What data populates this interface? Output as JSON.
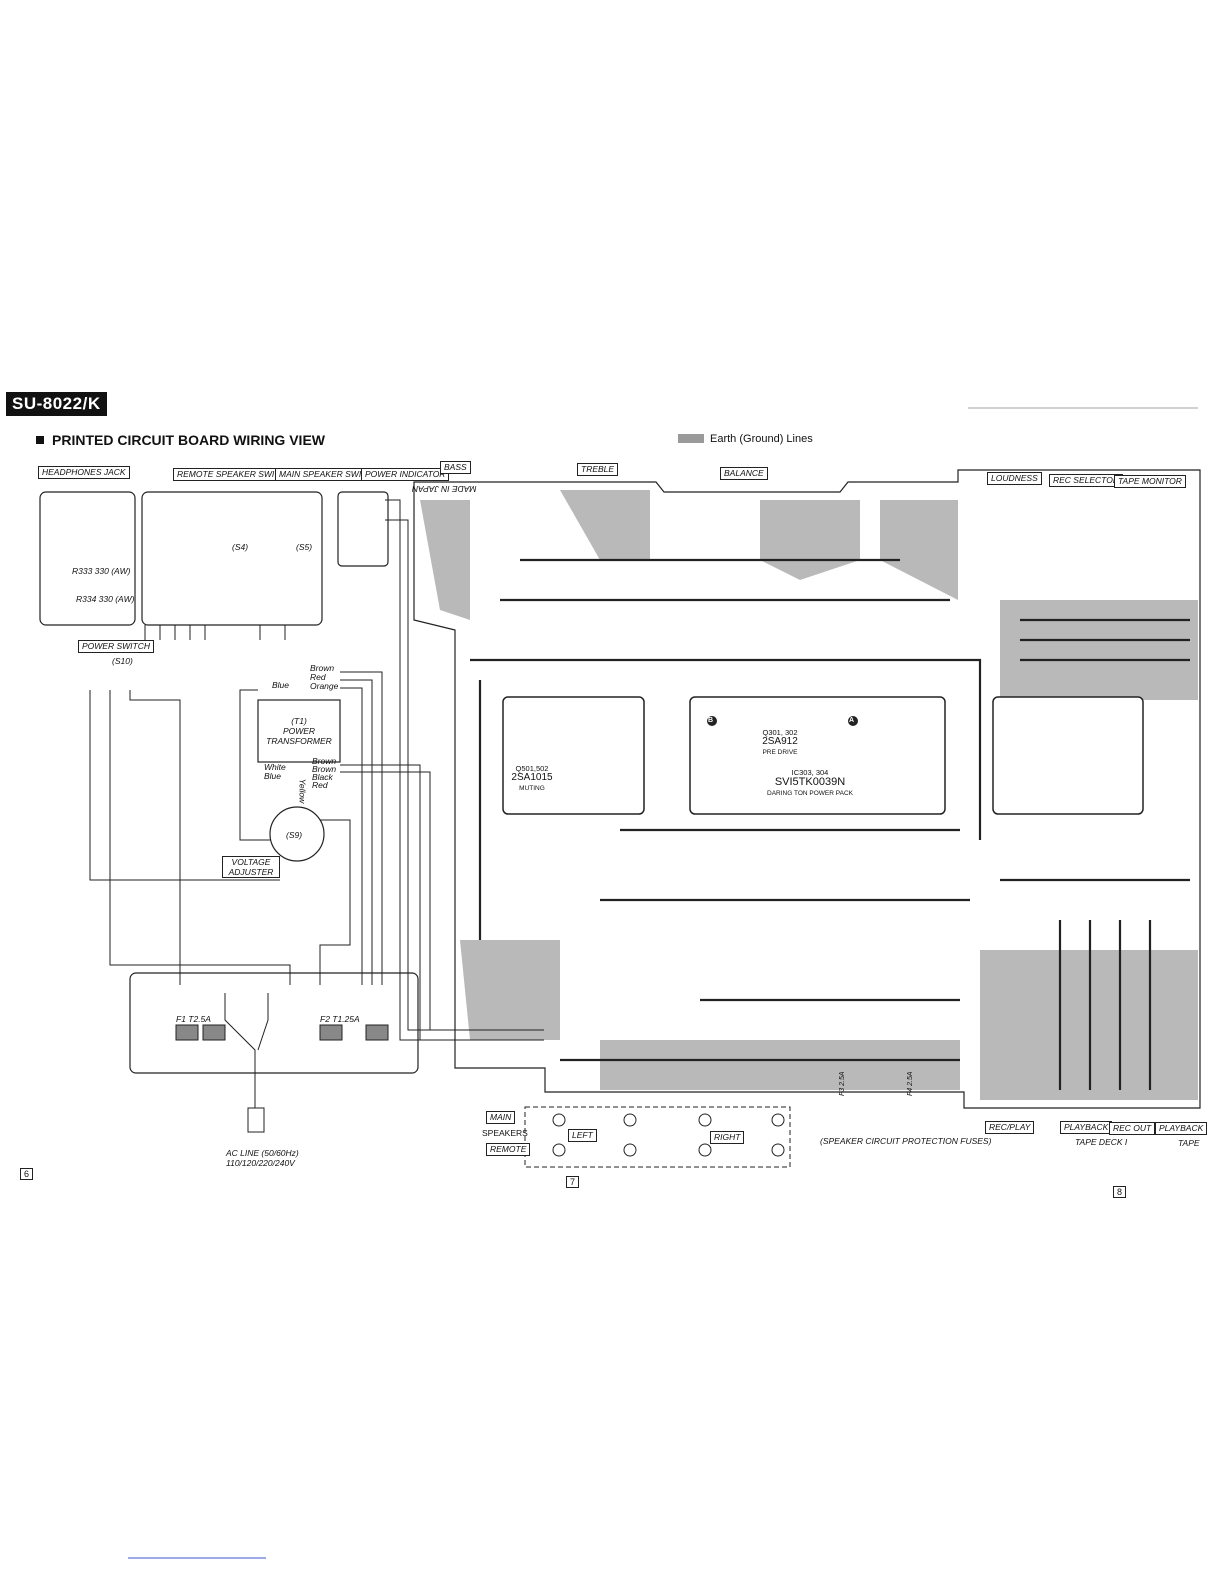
{
  "header": {
    "model": "SU-8022/K",
    "title": "PRINTED CIRCUIT BOARD WIRING VIEW",
    "legend": "Earth (Ground) Lines"
  },
  "labels": {
    "headphones_jack": "HEADPHONES JACK",
    "remote_speaker_switch": "REMOTE SPEAKER SWITCH",
    "main_speaker_switch": "MAIN SPEAKER SWITCH",
    "power_indicator": "POWER INDICATOR",
    "bass": "BASS",
    "treble": "TREBLE",
    "balance": "BALANCE",
    "loudness": "LOUDNESS",
    "rec_selector": "REC SELECTOR",
    "tape_monitor": "TAPE MONITOR",
    "power_switch": "POWER SWITCH",
    "power_switch_ref": "(S10)",
    "voltage_adjuster": "VOLTAGE ADJUSTER",
    "voltage_adjuster_ref": "(S9)",
    "transformer_ref": "(T1)",
    "transformer_line1": "POWER",
    "transformer_line2": "TRANSFORMER",
    "ac_line_1": "AC LINE (50/60Hz)",
    "ac_line_2": "110/120/220/240V",
    "fuse_1": "F1 T2.5A",
    "fuse_2": "F2 T1.25A",
    "fuse_3": "F3 2.5A",
    "fuse_4": "F4 2.5A",
    "speaker_protection": "(SPEAKER CIRCUIT PROTECTION FUSES)",
    "main": "MAIN",
    "speakers": "SPEAKERS",
    "remote": "REMOTE",
    "left": "LEFT",
    "right": "RIGHT",
    "rec_play": "REC/PLAY",
    "playback_1": "PLAYBACK",
    "rec_out": "REC OUT",
    "playback_2": "PLAYBACK",
    "tape_deck_1": "TAPE DECK I",
    "tape_deck_2": "TAPE",
    "q_predrive_1": "Q301, 302",
    "q_predrive_2": "2SA912",
    "q_predrive_3": "PRE DRIVE",
    "ic_power_1": "IC303, 304",
    "ic_power_2": "SVI5TK0039N",
    "ic_power_3": "DARING TON POWER PACK",
    "q_mute_1": "Q501,502",
    "q_mute_2": "2SA1015",
    "q_mute_3": "MUTING",
    "wire_brown": "Brown",
    "wire_red": "Red",
    "wire_orange": "Orange",
    "wire_blue": "Blue",
    "wire_white": "White",
    "wire_yellow": "Yellow",
    "wire_black": "Black",
    "r333": "R333 330 (AW)",
    "r334": "R334 330 (AW)",
    "s4": "(S4)",
    "s5": "(S5)",
    "made_in_japan": "MADE IN JAPAN",
    "marker_a": "A",
    "marker_b": "B"
  },
  "page_numbers": [
    "6",
    "7",
    "8"
  ],
  "colors": {
    "ground": "#9a9a9a",
    "trace": "#222222",
    "board_fill": "#d8d8d8"
  }
}
